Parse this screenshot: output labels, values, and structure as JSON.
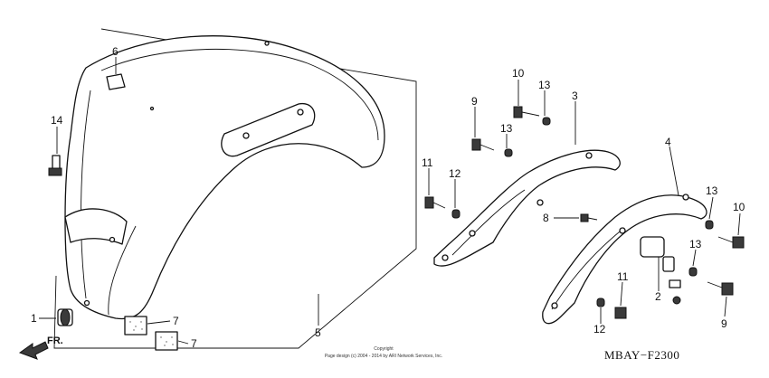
{
  "diagram_code": "MBAY−F2300",
  "copyright": {
    "line1": "Copyright",
    "line2": "Page design (c) 2004 - 2014 by ARI Network Services, Inc."
  },
  "direction_label": "FR.",
  "callouts": {
    "c1": "1",
    "c2": "2",
    "c3": "3",
    "c4": "4",
    "c5": "5",
    "c6": "6",
    "c7a": "7",
    "c7b": "7",
    "c8": "8",
    "c9a": "9",
    "c9b": "9",
    "c10a": "10",
    "c10b": "10",
    "c11a": "11",
    "c11b": "11",
    "c12a": "12",
    "c12b": "12",
    "c13a": "13",
    "c13b": "13",
    "c13c": "13",
    "c13d": "13",
    "c14": "14"
  }
}
